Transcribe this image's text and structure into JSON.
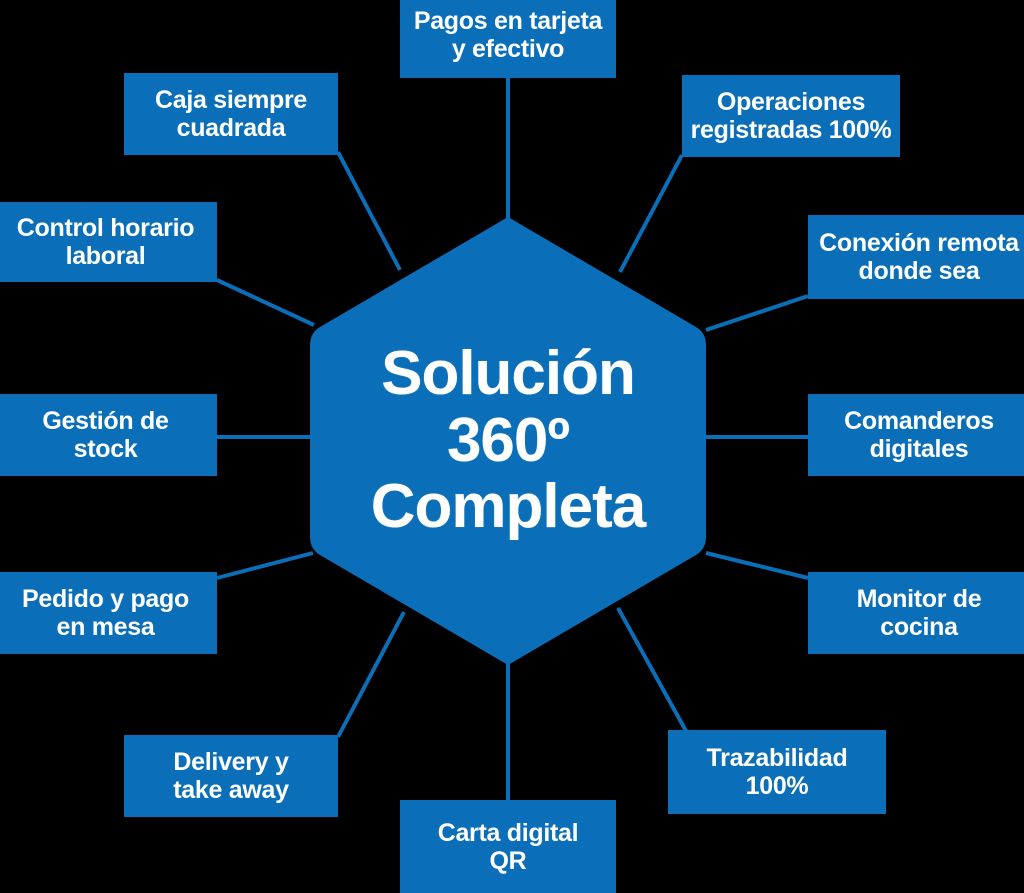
{
  "theme": {
    "background": "#000000",
    "accent_blue": "#0A6FB8",
    "text_color": "#FFFFFF",
    "connector_color": "#0A6FB8"
  },
  "hub": {
    "shape": "hexagon",
    "lines": [
      "Solución",
      "360º",
      "Completa"
    ],
    "full_text": "Solución 360º Completa"
  },
  "nodes": [
    {
      "id": "pagos",
      "lines": [
        "Pagos en tarjeta",
        "y efectivo"
      ],
      "full_text": "Pagos en tarjeta y efectivo",
      "position": "top"
    },
    {
      "id": "caja",
      "lines": [
        "Caja siempre",
        "cuadrada"
      ],
      "full_text": "Caja siempre cuadrada",
      "position": "top-left"
    },
    {
      "id": "operaciones",
      "lines": [
        "Operaciones",
        "registradas 100%"
      ],
      "full_text": "Operaciones registradas 100%",
      "position": "top-right"
    },
    {
      "id": "control",
      "lines": [
        "Control horario",
        "laboral"
      ],
      "full_text": "Control horario laboral",
      "position": "upper-left"
    },
    {
      "id": "conexion",
      "lines": [
        "Conexión remota",
        "donde sea"
      ],
      "full_text": "Conexión remota donde sea",
      "position": "upper-right"
    },
    {
      "id": "gestion",
      "lines": [
        "Gestión de",
        "stock"
      ],
      "full_text": "Gestión de stock",
      "position": "left"
    },
    {
      "id": "comanderos",
      "lines": [
        "Comanderos",
        "digitales"
      ],
      "full_text": "Comanderos digitales",
      "position": "right"
    },
    {
      "id": "pedido",
      "lines": [
        "Pedido y pago",
        "en mesa"
      ],
      "full_text": "Pedido y pago en mesa",
      "position": "lower-left"
    },
    {
      "id": "monitor",
      "lines": [
        "Monitor de",
        "cocina"
      ],
      "full_text": "Monitor de cocina",
      "position": "lower-right"
    },
    {
      "id": "delivery",
      "lines": [
        "Delivery y",
        "take away"
      ],
      "full_text": "Delivery y take away",
      "position": "bottom-left"
    },
    {
      "id": "trazabilidad",
      "lines": [
        "Trazabilidad",
        "100%"
      ],
      "full_text": "Trazabilidad 100%",
      "position": "bottom-right"
    },
    {
      "id": "carta",
      "lines": [
        "Carta digital",
        "QR"
      ],
      "full_text": "Carta digital QR",
      "position": "bottom"
    }
  ]
}
